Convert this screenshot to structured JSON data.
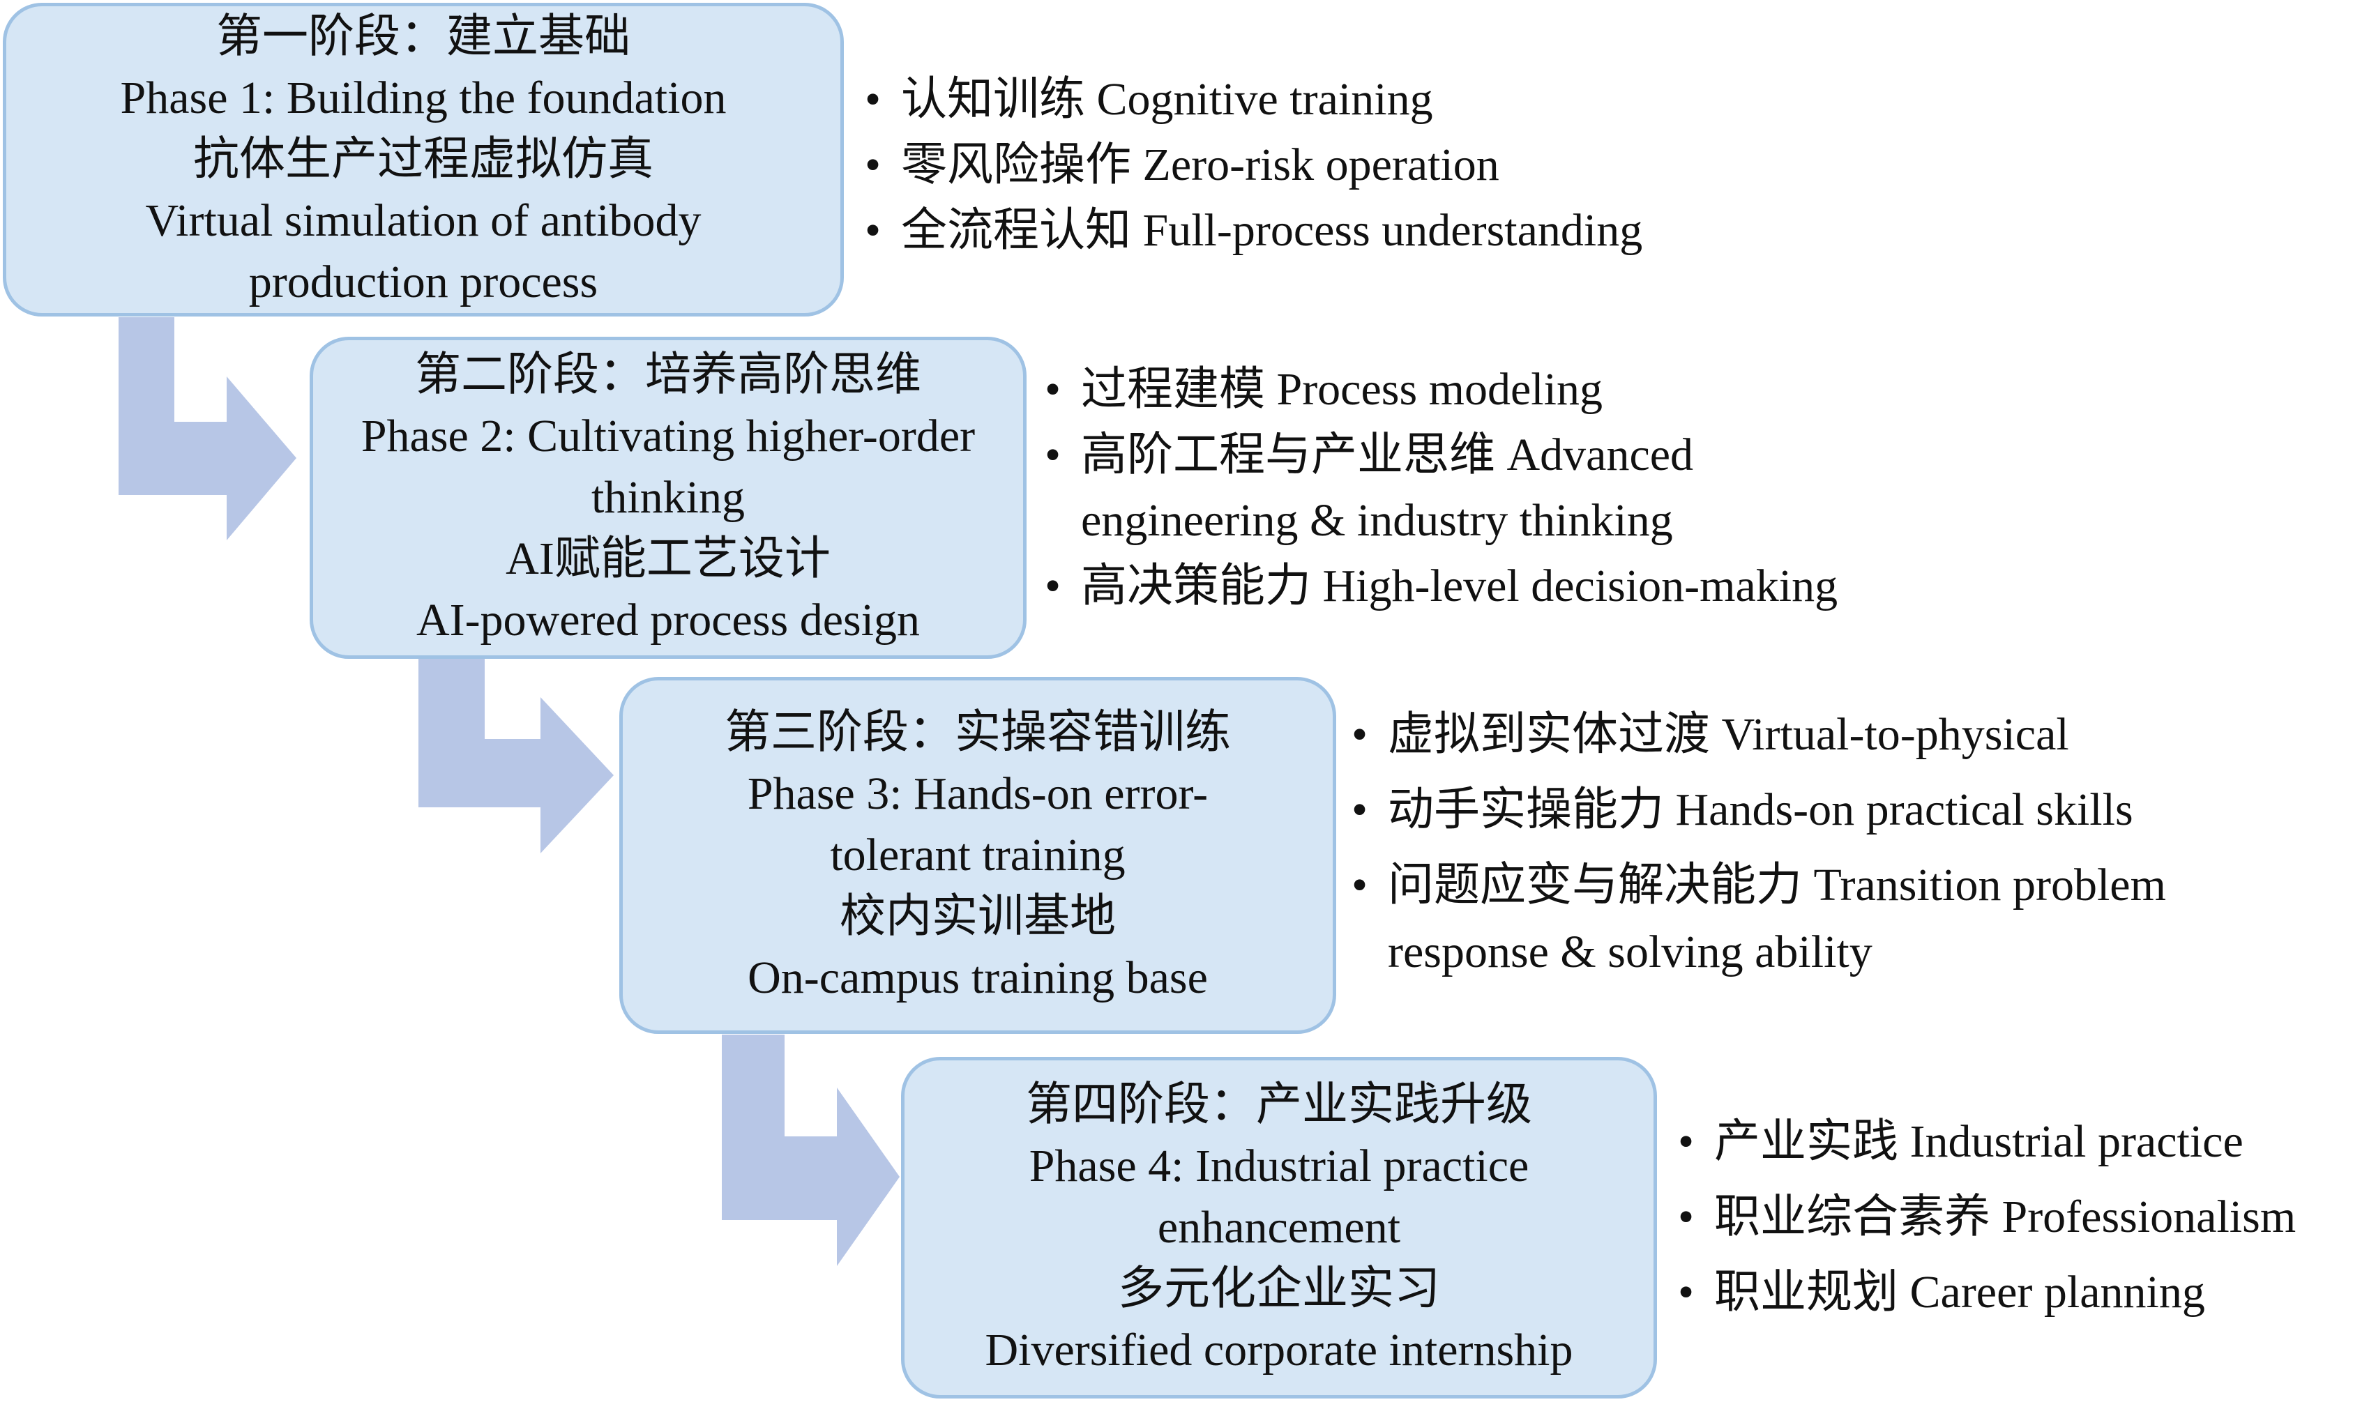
{
  "colors": {
    "box_fill": "#d6e6f5",
    "box_border": "#9fc2e4",
    "arrow_fill": "#b7c6e6",
    "text": "#111111"
  },
  "phases": [
    {
      "title_zh": "第一阶段：建立基础",
      "title_en": "Phase 1: Building the foundation",
      "focus_zh": "抗体生产过程虚拟仿真",
      "focus_en": "Virtual simulation of antibody production process",
      "bullets": [
        "认知训练 Cognitive training",
        "零风险操作 Zero-risk operation",
        "全流程认知 Full-process understanding"
      ]
    },
    {
      "title_zh": "第二阶段：培养高阶思维",
      "title_en": "Phase 2: Cultivating higher-order thinking",
      "focus_zh": "AI赋能工艺设计",
      "focus_en": "AI-powered process design",
      "bullets": [
        "过程建模 Process modeling",
        "高阶工程与产业思维 Advanced engineering & industry thinking",
        "高决策能力 High-level decision-making"
      ]
    },
    {
      "title_zh": "第三阶段：实操容错训练",
      "title_en": "Phase 3: Hands-on error-tolerant training",
      "focus_zh": "校内实训基地",
      "focus_en": "On-campus training base",
      "bullets": [
        "虚拟到实体过渡 Virtual-to-physical",
        "动手实操能力 Hands-on practical skills",
        "问题应变与解决能力 Transition problem response & solving ability"
      ]
    },
    {
      "title_zh": "第四阶段：产业实践升级",
      "title_en": "Phase 4: Industrial practice enhancement",
      "focus_zh": "多元化企业实习",
      "focus_en": "Diversified corporate internship",
      "bullets": [
        "产业实践 Industrial practice",
        "职业综合素养 Professionalism",
        "职业规划 Career planning"
      ]
    }
  ]
}
